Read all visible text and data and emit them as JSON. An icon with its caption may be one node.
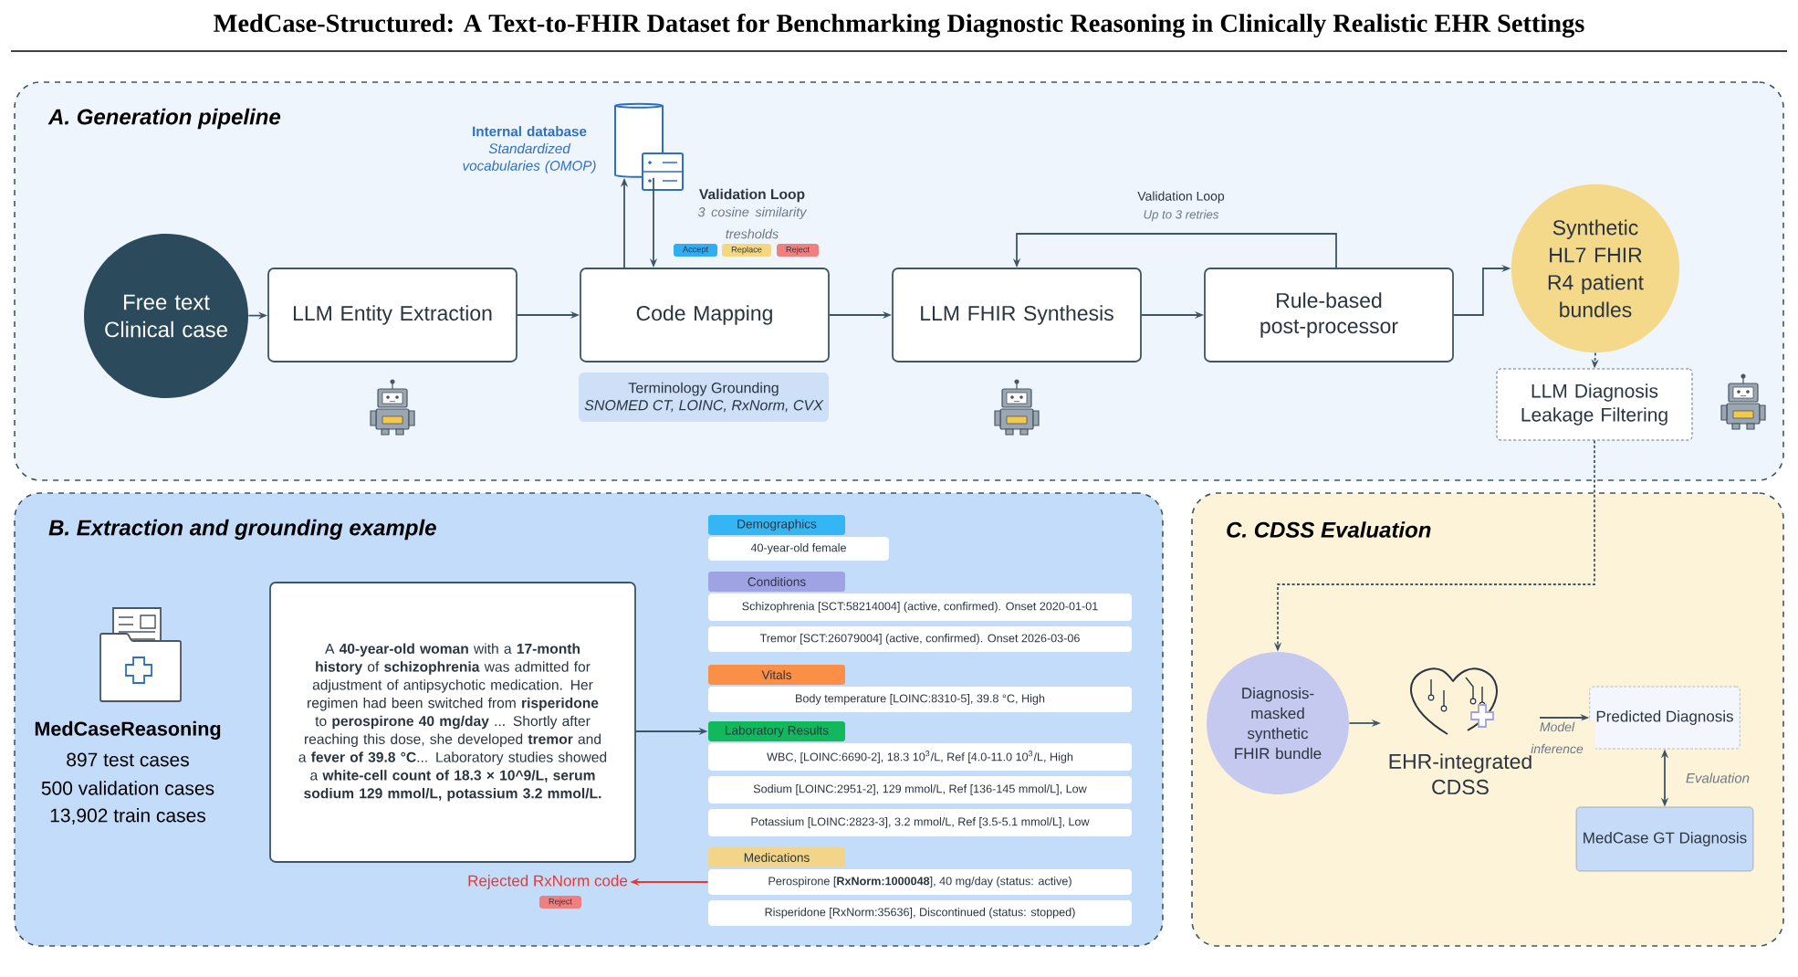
{
  "diagram": {
    "title": "MedCase-Structured: A Text-to-FHIR Dataset for Benchmarking Diagnostic Reasoning in Clinically Realistic EHR Settings",
    "nodes": [
      {
        "text": [
          "A. Generation pipeline"
        ]
      },
      {
        "text": [],
        "shape": "cylinder",
        "beside": [
          "Internal database",
          "Standardized vocabularies (OMOP)"
        ],
        "in": 0
      },
      {
        "text": [
          "Accept"
        ],
        "in": 0
      },
      {
        "text": [
          "Replace"
        ],
        "in": 0
      },
      {
        "text": [
          "Reject"
        ],
        "in": 0
      },
      {
        "text": [
          "Free text Clinical case"
        ],
        "in": 0
      },
      {
        "text": [
          "LLM Entity Extraction"
        ],
        "in": 0
      },
      {
        "text": [
          "Code Mapping"
        ],
        "in": 0
      },
      {
        "text": [
          "LLM FHIR Synthesis"
        ],
        "in": 0
      },
      {
        "text": [
          "Rule-based post-processor"
        ],
        "in": 0
      },
      {
        "text": [
          "Synthetic HL7 FHIR R4 patient bundles"
        ],
        "in": 0
      },
      {
        "text": [
          "Terminology Grounding",
          "SNOMED CT, LOINC, RxNorm, CVX"
        ],
        "in": 0
      },
      {
        "text": [
          "LLM  Diagnosis Leakage Filtering"
        ],
        "in": 0
      },
      {
        "text": [
          "B. Extraction and grounding example"
        ]
      },
      {
        "text": [
          "A **40-year-old woman** with a **17-month history** of **schizophrenia** was admitted for adjustment of antipsychotic medication. Her regimen had been switched from **risperidone** to **perospirone 40 mg/day** ... Shortly after reaching this dose, she developed **tremor** and a **fever of 39.8 °C**... Laboratory studies showed a **white-cell count of 18.3 × 10^9/L, serum sodium 129 mmol/L, potassium 3.2 mmol/L.**"
        ],
        "in": 13
      },
      {
        "text": [
          "Demographics"
        ],
        "in": 13
      },
      {
        "text": [
          "40-year-old female"
        ],
        "in": 13
      },
      {
        "text": [
          "Conditions"
        ],
        "in": 13
      },
      {
        "text": [
          "Schizophrenia [SCT:58214004] (active, confirmed). Onset 2020-01-01"
        ],
        "in": 13
      },
      {
        "text": [
          "Tremor [SCT:26079004] (active, confirmed). Onset 2026-03-06"
        ],
        "in": 13
      },
      {
        "text": [
          "Vitals"
        ],
        "in": 13
      },
      {
        "text": [
          "Body temperature [LOINC:8310-5], 39.8 °C, High"
        ],
        "in": 13
      },
      {
        "text": [
          "Laboratory Results"
        ],
        "in": 13
      },
      {
        "text": [
          "WBC, [LOINC:6690-2], 18.3 10$^{3}$/L, Ref [4.0-11.0 10$^{3}$/L, High"
        ],
        "in": 13
      },
      {
        "text": [
          "Sodium [LOINC:2951-2], 129 mmol/L, Ref [136-145 mmol/L], Low"
        ],
        "in": 13
      },
      {
        "text": [
          "Potassium [LOINC:2823-3], 3.2 mmol/L, Ref [3.5-5.1 mmol/L], Low"
        ],
        "in": 13
      },
      {
        "text": [
          "Medications"
        ],
        "in": 13
      },
      {
        "text": [
          "Perospirone [**RxNorm:1000048**], 40 mg/day (status: active)"
        ],
        "in": 13
      },
      {
        "text": [
          "Rejected RxNorm code"
        ],
        "in": 13
      },
      {
        "text": [
          "Reject"
        ],
        "in": 13
      },
      {
        "text": [
          "Risperidone [RxNorm:35636], Discontinued (status: stopped)"
        ],
        "in": 13
      },
      {
        "text": [
          "C. CDSS Evaluation"
        ]
      },
      {
        "text": [
          "Diagnosis-masked synthetic FHIR bundle"
        ],
        "in": 31
      },
      {
        "text": [
          "EHR-integrated CDSS"
        ],
        "in": 31
      },
      {
        "text": [
          "Predicted Diagnosis"
        ],
        "in": 31
      },
      {
        "text": [
          "MedCase GT Diagnosis"
        ],
        "in": 31
      }
    ],
    "edges": [
      {
        "from": 5,
        "to": 6,
        "arrow": "to"
      },
      {
        "from": 6,
        "to": 7,
        "arrow": "to"
      },
      {
        "from": 7,
        "to": 1,
        "arrow": "to"
      },
      {
        "from": 1,
        "to": 7,
        "arrow": "to"
      },
      {
        "from": 7,
        "to": 8,
        "arrow": "to"
      },
      {
        "from": 8,
        "to": 9,
        "arrow": "to"
      },
      {
        "from": 9,
        "to": 8,
        "arrow": "to",
        "label": "Validation Loop"
      },
      {
        "from": 9,
        "to": 10,
        "arrow": "to"
      },
      {
        "from": 10,
        "to": 12,
        "arrow": "to",
        "style": "dashed"
      },
      {
        "from": 12,
        "to": 32,
        "arrow": "to",
        "style": "dashed"
      },
      {
        "from": 14,
        "to": 22,
        "arrow": "to"
      },
      {
        "from": 27,
        "to": 28,
        "arrow": "to",
        "color": "#e53935"
      },
      {
        "from": 32,
        "to": 33,
        "arrow": "to"
      },
      {
        "from": 33,
        "to": 34,
        "arrow": "to",
        "label": "Model inference"
      },
      {
        "from": 34,
        "to": 35,
        "arrow": "both",
        "label": "Evaluation"
      }
    ],
    "labels": [
      "Validation Loop",
      "3 cosine similarity tresholds",
      "Up to 3 retries",
      "MedCaseReasoning",
      "897 test cases",
      "500 validation cases",
      "13,902 train cases"
    ]
  }
}
